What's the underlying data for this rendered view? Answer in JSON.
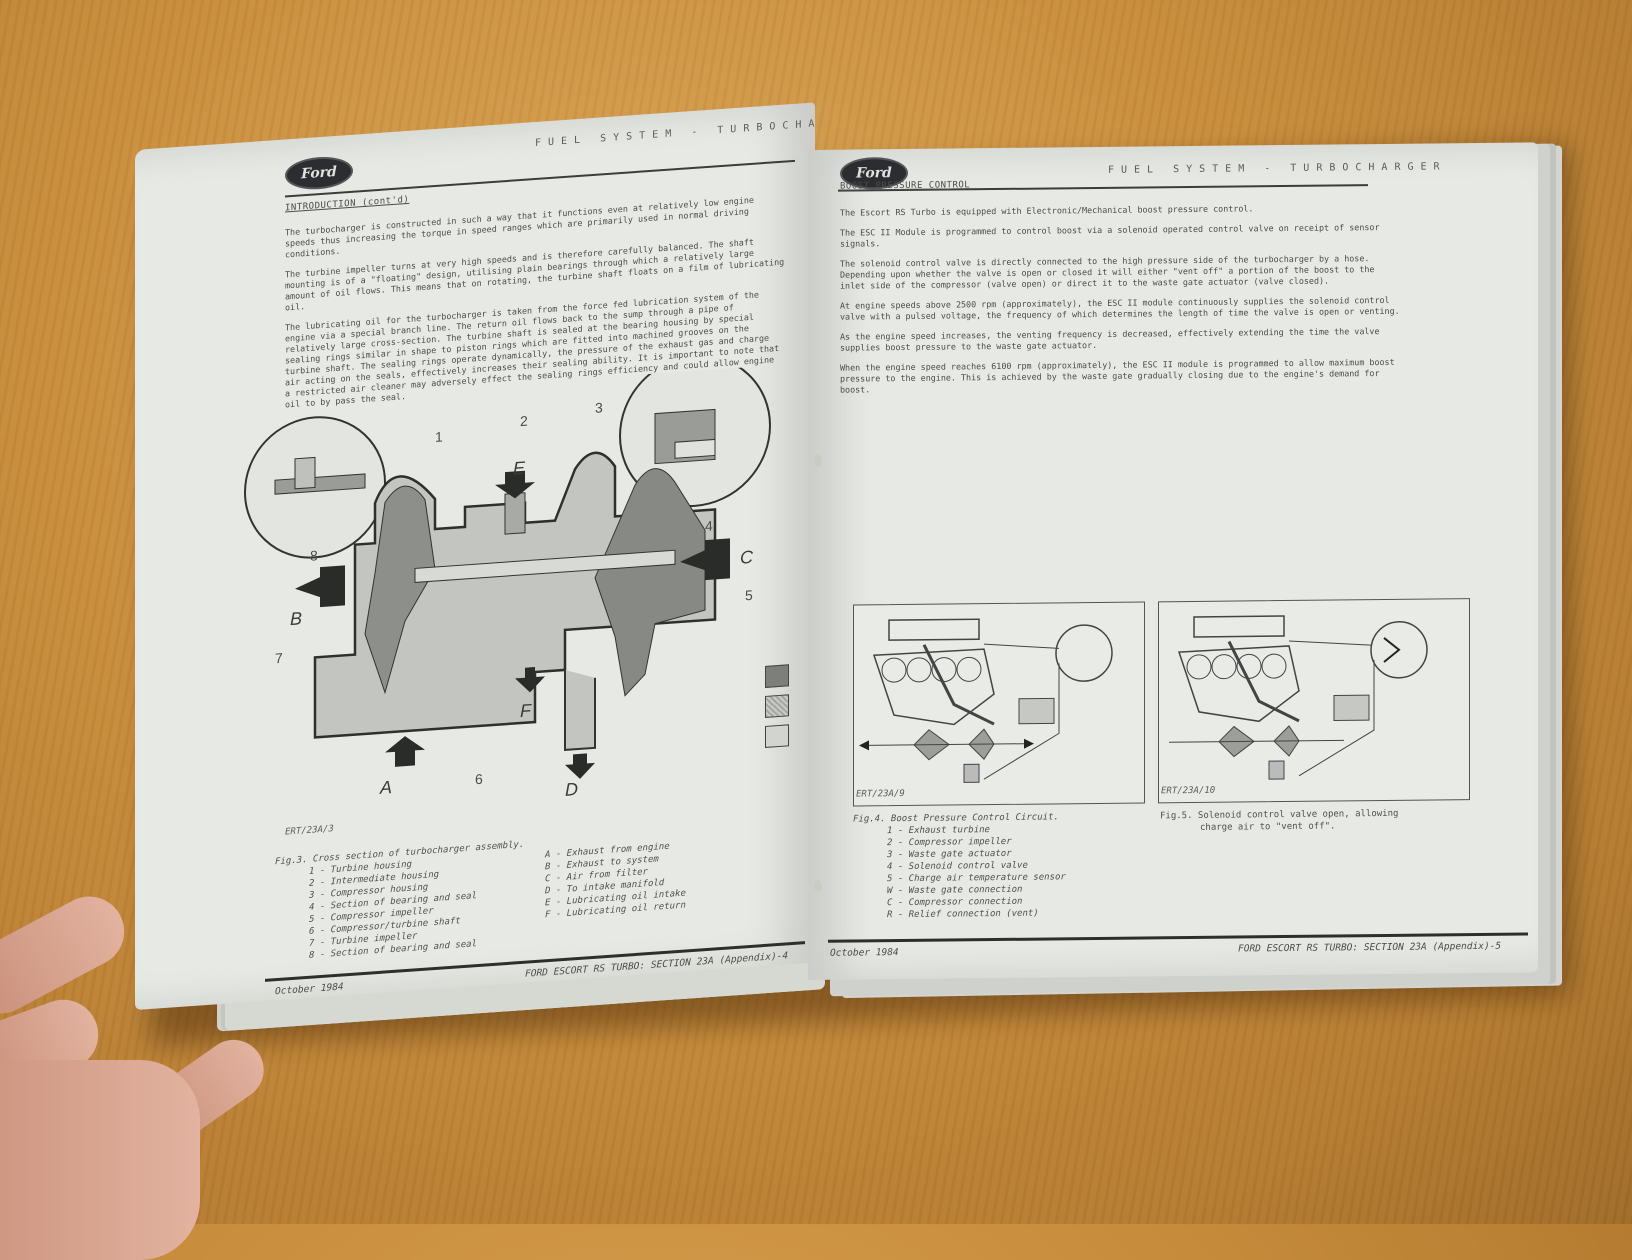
{
  "scene": {
    "description": "Open Ford workshop manual lying on a wooden table, held by a hand on the left"
  },
  "left_page": {
    "logo": "Ford",
    "running_head": "FUEL SYSTEM - TURBOCHARGER",
    "section_title": "INTRODUCTION (cont'd)",
    "paragraphs": [
      "The turbocharger is constructed in such a way that it functions even at relatively low engine speeds thus increasing the torque in speed ranges which are primarily used in normal driving conditions.",
      "The turbine impeller turns at very high speeds and is therefore carefully balanced. The shaft mounting is of a \"floating\" design, utilising plain bearings through which a relatively large amount of oil flows. This means that on rotating, the turbine shaft floats on a film of lubricating oil.",
      "The lubricating oil for the turbocharger is taken from the force fed lubrication system of the engine via a special branch line. The return oil flows back to the sump through a pipe of relatively large cross-section. The turbine shaft is sealed at the bearing housing by special sealing rings similar in shape to piston rings which are fitted into machined grooves on the turbine shaft. The sealing rings operate dynamically, the pressure of the exhaust gas and charge air acting on the seals, effectively increases their sealing ability. It is important to note that a restricted air cleaner may adversely effect the sealing rings efficiency and could allow engine oil to by pass the seal."
    ],
    "figure": {
      "ref_code": "ERT/23A/3",
      "callout_numbers": [
        "1",
        "2",
        "3",
        "4",
        "5",
        "6",
        "7",
        "8"
      ],
      "flow_labels": [
        "A",
        "B",
        "C",
        "D",
        "E",
        "F"
      ],
      "legend_swatches": [
        "dark-fill",
        "hatched-fill",
        "light-fill"
      ],
      "caption_title": "Fig.3. Cross section of turbocharger assembly.",
      "numbered_items": [
        "1 - Turbine housing",
        "2 - Intermediate housing",
        "3 - Compressor housing",
        "4 - Section of bearing and seal",
        "5 - Compressor impeller",
        "6 - Compressor/turbine shaft",
        "7 - Turbine impeller",
        "8 - Section of bearing and seal"
      ],
      "lettered_items": [
        "A - Exhaust from engine",
        "B - Exhaust to system",
        "C - Air from filter",
        "D - To intake manifold",
        "E - Lubricating oil intake",
        "F - Lubricating oil return"
      ]
    },
    "footer": {
      "date": "October 1984",
      "section": "FORD ESCORT RS TURBO: SECTION 23A (Appendix)-4"
    }
  },
  "right_page": {
    "logo": "Ford",
    "running_head": "FUEL SYSTEM - TURBOCHARGER",
    "section_title": "BOOST PRESSURE CONTROL",
    "paragraphs": [
      "The Escort RS Turbo is equipped with Electronic/Mechanical boost pressure control.",
      "The ESC II Module is programmed to control boost via a solenoid operated control valve on receipt of sensor signals.",
      "The solenoid control valve is directly connected to the high pressure side of the turbocharger by a hose. Depending upon whether the valve is open or closed it will either \"vent off\" a portion of the boost to the inlet side of the compressor (valve open) or direct it to the waste gate actuator (valve closed).",
      "At engine speeds above 2500 rpm (approximately), the ESC II module continuously supplies the solenoid control valve with a pulsed voltage, the frequency of which determines the length of time the valve is open or venting.",
      "As the engine speed increases, the venting frequency is decreased, effectively extending the time the valve supplies boost pressure to the waste gate actuator.",
      "When the engine speed reaches 6100 rpm (approximately), the ESC II module is programmed to allow maximum boost pressure to the engine. This is achieved by the waste gate gradually closing due to the engine's demand for boost."
    ],
    "figures": [
      {
        "ref_code": "ERT/23A/9",
        "caption_title": "Fig.4. Boost Pressure Control Circuit.",
        "items": [
          "1 - Exhaust turbine",
          "2 - Compressor impeller",
          "3 - Waste gate actuator",
          "4 - Solenoid control valve",
          "5 - Charge air temperature sensor",
          "W - Waste gate connection",
          "C - Compressor connection",
          "R - Relief connection (vent)"
        ]
      },
      {
        "ref_code": "ERT/23A/10",
        "caption_title": "Fig.5. Solenoid control valve open, allowing",
        "caption_line2": "charge air to \"vent off\"."
      }
    ],
    "footer": {
      "date": "October 1984",
      "section": "FORD ESCORT RS TURBO: SECTION 23A (Appendix)-5"
    }
  }
}
